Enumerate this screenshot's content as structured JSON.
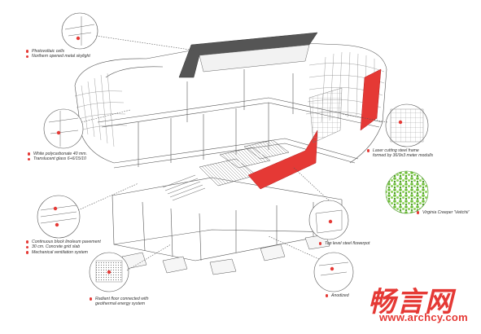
{
  "callouts": {
    "pv": {
      "lines": [
        "Photovoltaic cells",
        "Northern opened metal skylight"
      ]
    },
    "poly": {
      "lines": [
        "White polycarbonate 40 mm.",
        "Translucent glass 6+6/15/10"
      ]
    },
    "slab": {
      "lines": [
        "Continuous block linoleum pavement",
        "30 cm. Concrete grid slab",
        "Mechanical ventilation system"
      ]
    },
    "radiant": {
      "lines": [
        "Radiant floor connected with",
        "geothermal energy system"
      ]
    },
    "frame": {
      "lines": [
        "Laser cutting steel frame",
        "formed by 36/9x3 meter modulls"
      ]
    },
    "creeper": {
      "lines": [
        "Virginia Creeper 'Veitchii'"
      ]
    },
    "flowerpot": {
      "lines": [
        "Top level steel flowerpot"
      ]
    },
    "anodized": {
      "lines": [
        "Anodized"
      ]
    }
  },
  "watermark": {
    "chinese": "畅言网",
    "url": "www.archcy.com"
  },
  "colors": {
    "accent": "#e53935",
    "plant": "#6fbf3a",
    "line": "#444444",
    "skylight": "#555555"
  }
}
